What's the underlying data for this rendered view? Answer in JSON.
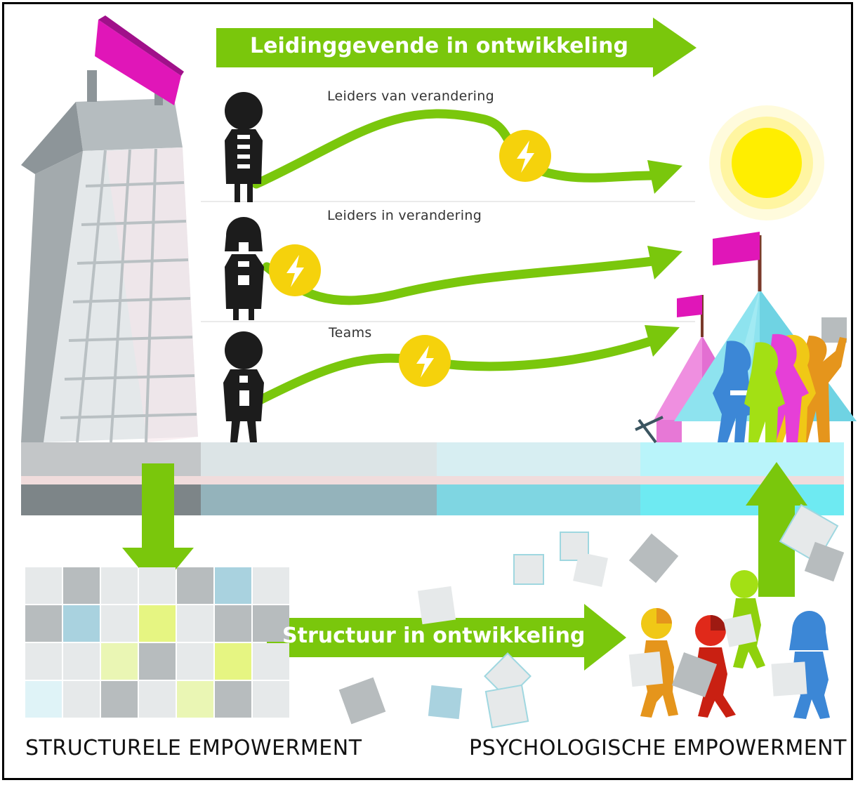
{
  "top_arrow": {
    "label": "Leidinggevende in ontwikkeling",
    "color": "#7ac70c"
  },
  "rows": [
    {
      "label": "Leiders van verandering"
    },
    {
      "label": "Leiders in verandering"
    },
    {
      "label": "Teams"
    }
  ],
  "middle_arrow": {
    "label": "Structuur in ontwikkeling",
    "color": "#7ac70c"
  },
  "bottom_labels": {
    "left": "STRUCTURELE EMPOWERMENT",
    "right": "PSYCHOLOGISCHE EMPOWERMENT"
  },
  "colors": {
    "accent_green": "#7ac70c",
    "bolt_yellow": "#f5d20c",
    "sun_yellow": "#ffee00",
    "flag_magenta": "#e016b8",
    "tent_cyan": "#8ee3ef"
  },
  "icons": [
    "building",
    "person",
    "lightning-bolt",
    "sun",
    "flag",
    "tent",
    "people-group",
    "paper-sheet"
  ]
}
